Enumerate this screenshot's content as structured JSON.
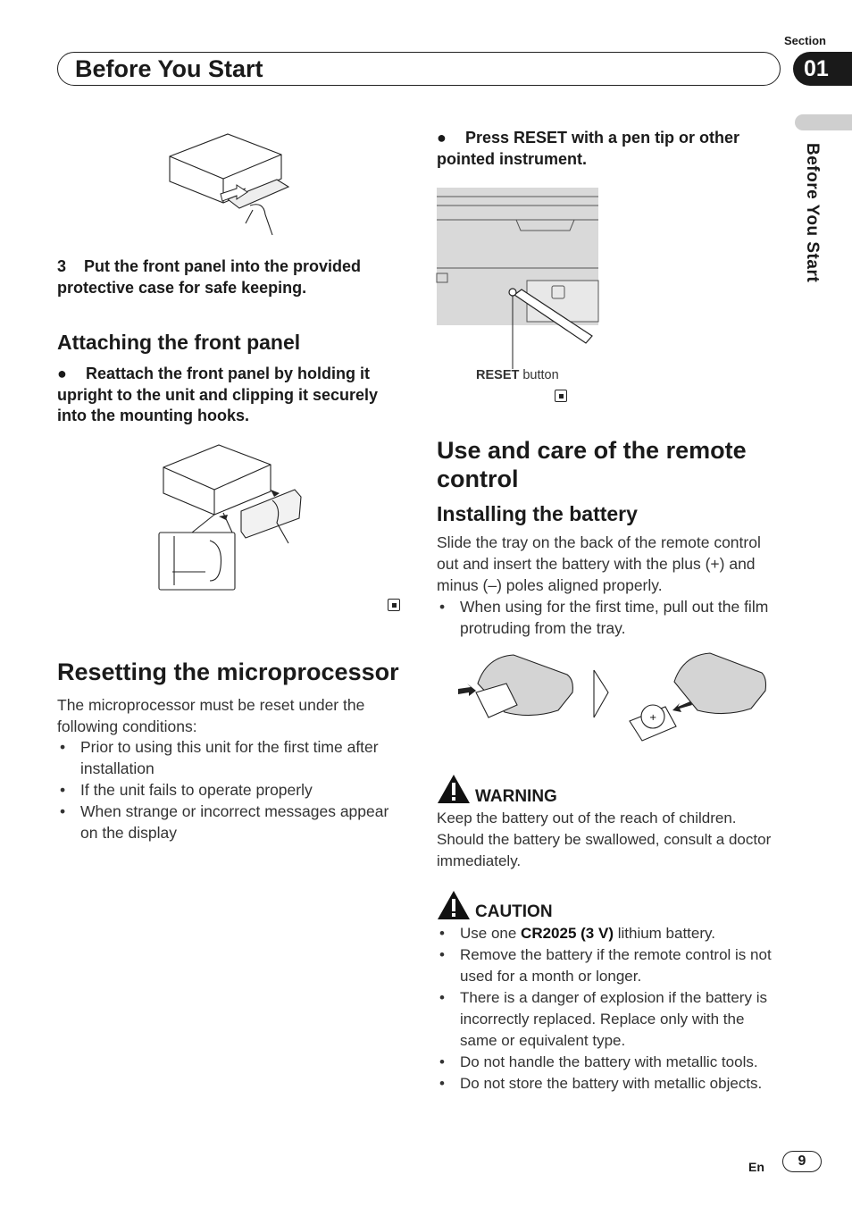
{
  "header": {
    "section_label": "Section",
    "title": "Before You Start",
    "section_number": "01",
    "side_tab": "Before You Start"
  },
  "left": {
    "step3": "3    Put the front panel into the provided protective case for safe keeping.",
    "attaching_heading": "Attaching the front panel",
    "attaching_bullet": "Reattach the front panel by holding it upright to the unit and clipping it securely into the mounting hooks.",
    "resetting_heading": "Resetting the microprocessor",
    "resetting_intro": "The microprocessor must be reset under the following conditions:",
    "resetting_items": [
      "Prior to using this unit for the first time after installation",
      "If the unit fails to operate properly",
      "When strange or incorrect messages appear on the display"
    ]
  },
  "right": {
    "reset_bullet": "Press RESET with a pen tip or other pointed instrument.",
    "reset_label_bold": "RESET",
    "reset_label_rest": " button",
    "remote_heading": "Use and care of the remote control",
    "battery_heading": "Installing the battery",
    "battery_text": "Slide the tray on the back of the remote control out and insert the battery with the plus (+) and minus (–) poles aligned properly.",
    "battery_items": [
      "When using for the first time, pull out the film protruding from the tray."
    ],
    "warning_label": "WARNING",
    "warning_text": "Keep the battery out of the reach of children. Should the battery be swallowed, consult a doctor immediately.",
    "caution_label": "CAUTION",
    "caution_first_prefix": "Use one ",
    "caution_first_bold": "CR2025 (3 V)",
    "caution_first_suffix": " lithium battery.",
    "caution_items": [
      "Remove the battery if the remote control is not used for a month or longer.",
      "There is a danger of explosion if the battery is incorrectly replaced. Replace only with the same or equivalent type.",
      "Do not handle the battery with metallic tools.",
      "Do not store the battery with metallic objects."
    ]
  },
  "footer": {
    "lang": "En",
    "page": "9"
  }
}
